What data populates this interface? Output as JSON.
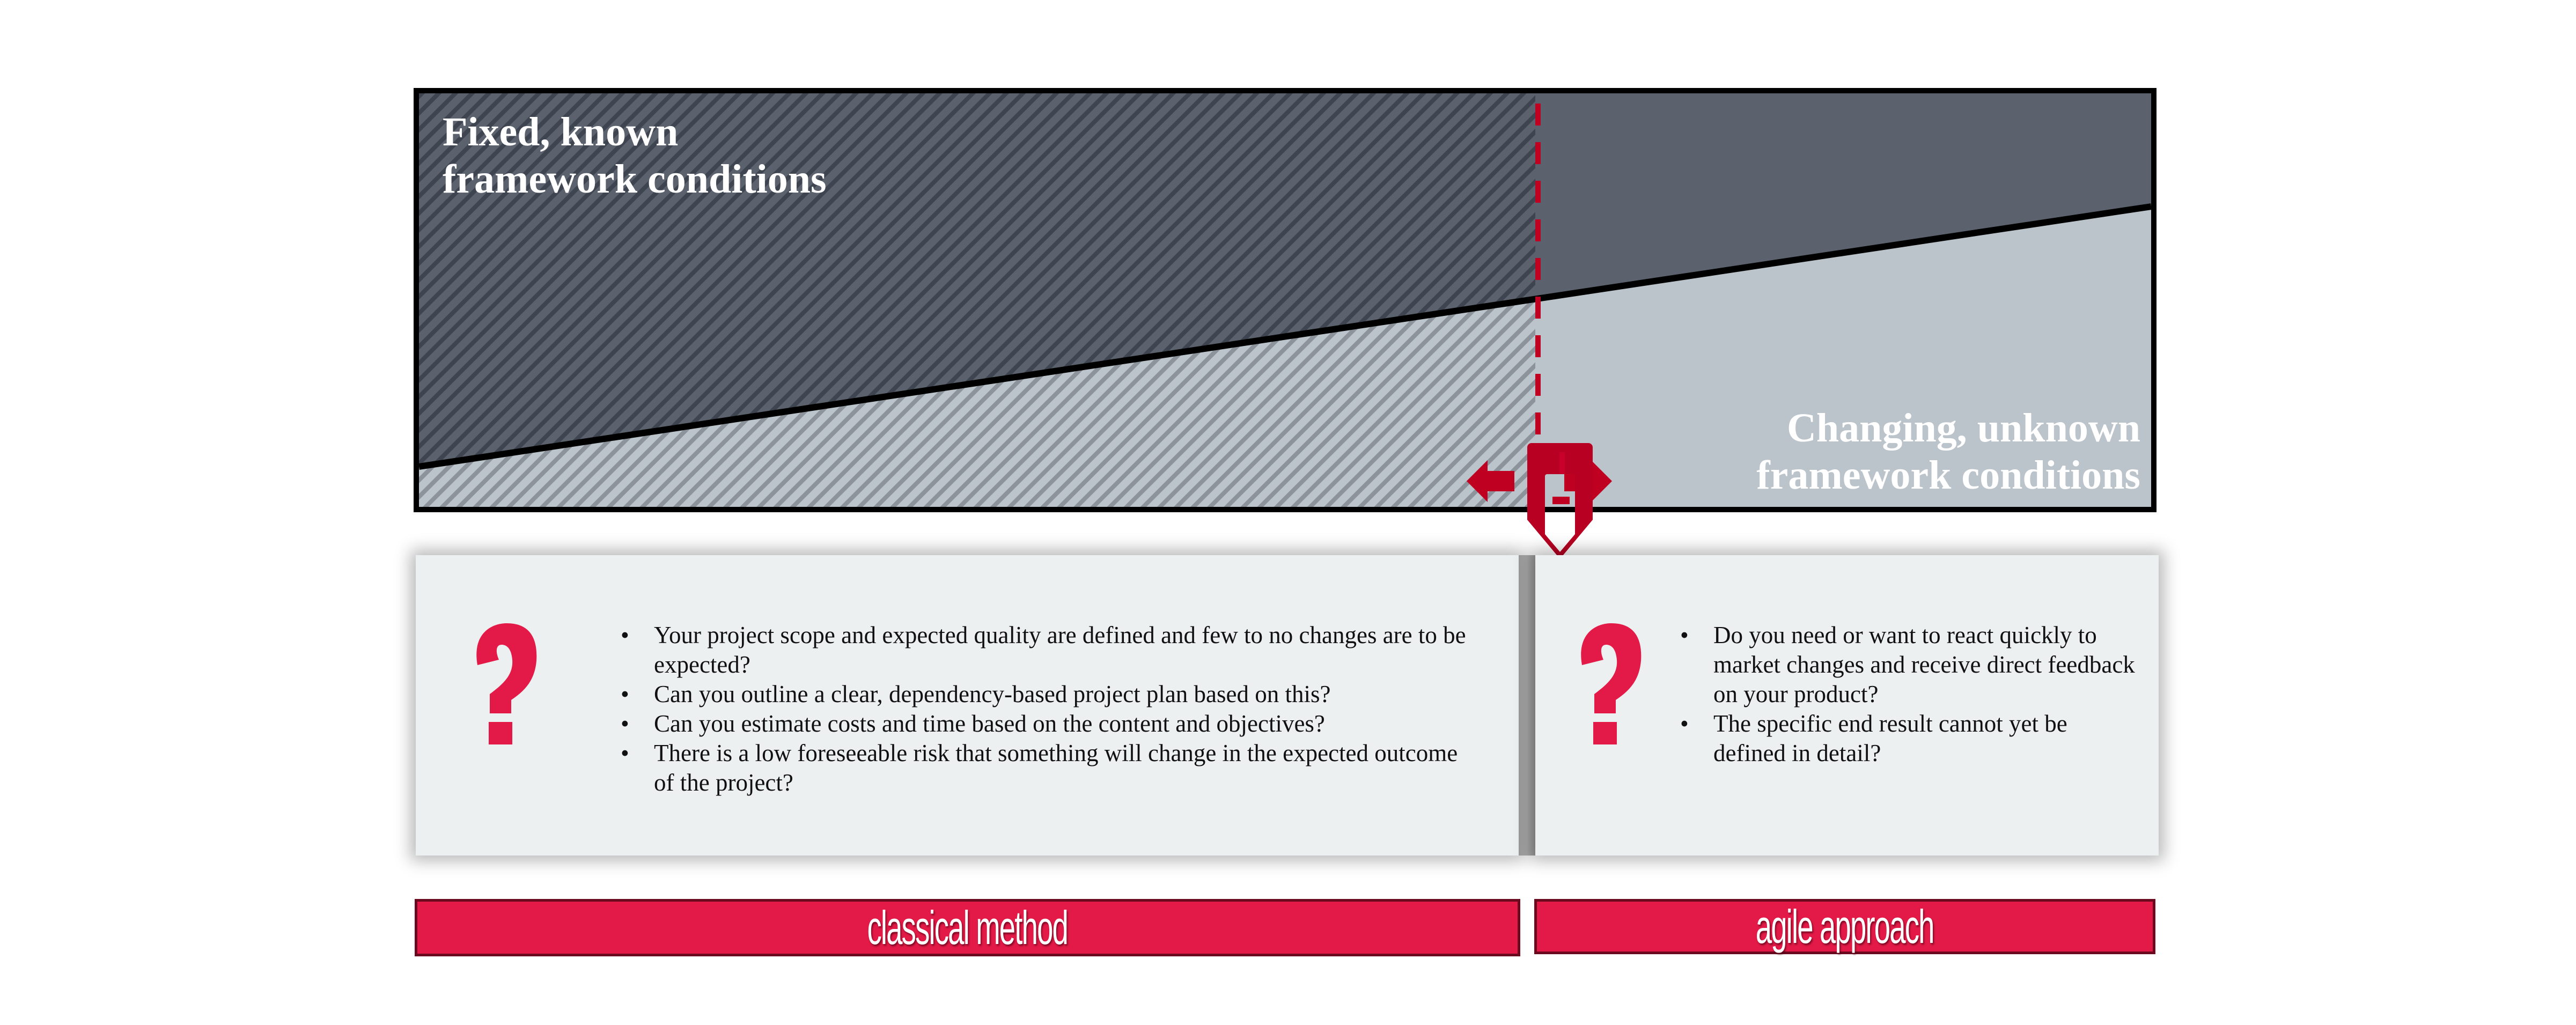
{
  "diagram": {
    "top_panel": {
      "fixed_title": "Fixed, known\nframework conditions",
      "changing_title": "Changing, unknown\nframework conditions",
      "colors": {
        "dark_fill": "#5b626d",
        "dark_stripe": "#3e4450",
        "light_fill": "#bcc4cb",
        "light_stripe": "#8c939b",
        "divider_line": "#000000",
        "marker_red": "#c00020"
      }
    },
    "slider_handle": {
      "icon": "pencil-marker-with-left-right-arrows"
    },
    "cards": {
      "classical": {
        "icon": "question-mark",
        "bullets": [
          "Your project scope and expected quality are defined and few to no changes are to be expected?",
          "Can you outline a clear, dependency-based project plan based on this?",
          "Can you estimate costs and time based on the content and objectives?",
          "There is a low foreseeable risk that something will change in the expected outcome of the project?"
        ]
      },
      "agile": {
        "icon": "question-mark",
        "bullets": [
          "Do you need or want to react quickly to market changes and receive direct feedback on your product?",
          "The specific end result cannot yet be defined in detail?"
        ]
      }
    },
    "labels": {
      "classical": "classical method",
      "agile": "agile approach",
      "fill": "#e31a47",
      "border": "#6b0a1e"
    }
  }
}
